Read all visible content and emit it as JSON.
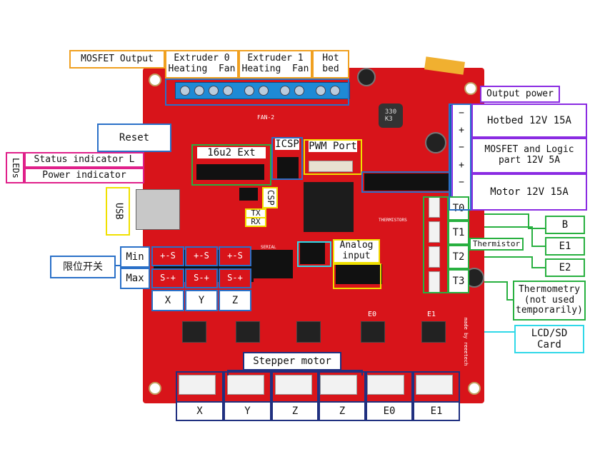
{
  "labels": {
    "mosfet_output": "MOSFET Output",
    "extruder0_title": "Extruder 0",
    "extruder0_sub": "Heating  Fan",
    "extruder1_title": "Extruder 1",
    "extruder1_sub": "Heating  Fan",
    "hotbed_top": "Hot\nbed",
    "output_power": "Output power",
    "hotbed_power": "Hotbed 12V 15A",
    "mosfet_logic": "MOSFET and Logic\npart 12V 5A",
    "motor_power": "Motor 12V 15A",
    "reset": "Reset",
    "status_indicator": "Status indicator L",
    "power_indicator": "Power indicator",
    "leds": "LEDs",
    "ext16u2": "16u2 Ext",
    "icsp": "ICSP",
    "pwm_port": "PWM Port",
    "usb": "USB",
    "csp": "CSP",
    "tx": "TX",
    "rx": "RX",
    "endstop": "限位开关",
    "min": "Min",
    "max": "Max",
    "axis_x": "X",
    "axis_y": "Y",
    "axis_z": "Z",
    "analog_input": "Analog\ninput",
    "t0": "T0",
    "t1": "T1",
    "t2": "T2",
    "t3": "T3",
    "thermistor": "Thermistor",
    "b": "B",
    "e1": "E1",
    "e2": "E2",
    "thermometry": "Thermometry\n(not used\ntemporarily)",
    "lcd_sd": "LCD/SD\nCard",
    "stepper_motor": "Stepper motor",
    "motors": [
      "X",
      "Y",
      "Z",
      "Z",
      "E0",
      "E1"
    ],
    "pm_minus": "−",
    "pm_plus": "+",
    "pin_sig_min": "+-S",
    "pin_sig_max": "S-+"
  },
  "board_text": {
    "chip_marking": "330\nK3",
    "silk_thermistors": "THERMISTORS",
    "silk_serial": "SERIAL",
    "silk_e0": "E0",
    "silk_e1": "E1",
    "silk_fan2": "FAN-2",
    "silk_made_by": "made by reeetech"
  },
  "colors": {
    "board": "#d8141a",
    "orange": "#f0a020",
    "purple": "#8a2be2",
    "blue": "#2a70c8",
    "pink": "#e0208a",
    "yellow": "#f0e000",
    "cyan": "#30d8e8",
    "green": "#28b040",
    "navy": "#203080"
  }
}
